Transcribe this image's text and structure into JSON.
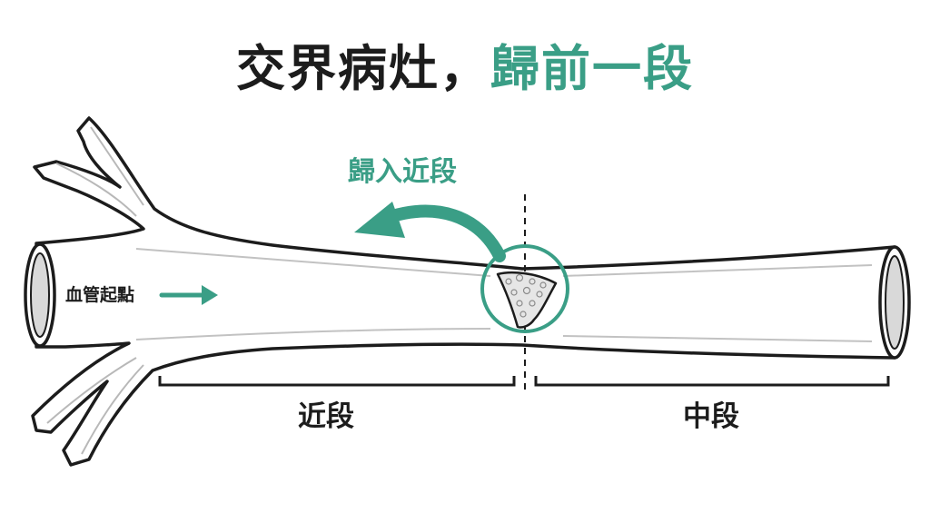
{
  "title": {
    "part1": "交界病灶，",
    "part2": "歸前一段"
  },
  "labels": {
    "assign": "歸入近段",
    "origin": "血管起點",
    "proximal": "近段",
    "middle": "中段"
  },
  "colors": {
    "accent": "#3a9e86",
    "ink": "#1c1c1c"
  },
  "icons": [
    "curved-arrow-icon",
    "right-arrow-icon"
  ]
}
